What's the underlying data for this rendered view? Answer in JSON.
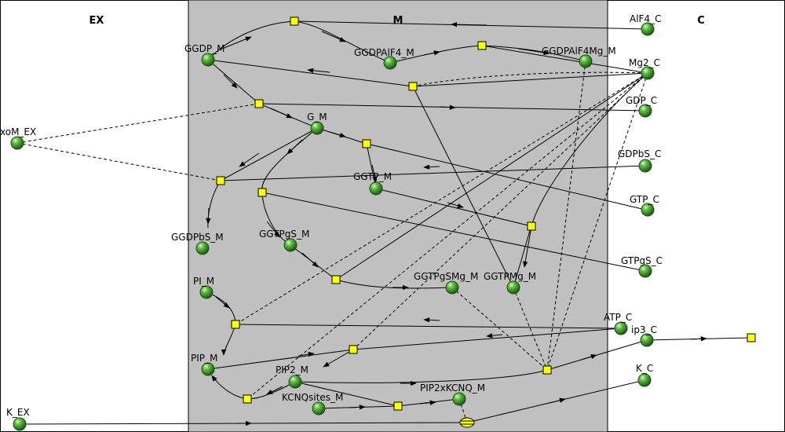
{
  "compartments": {
    "ex": "EX",
    "m": "M",
    "c": "C"
  },
  "species": {
    "AlF4_C": "AlF4_C",
    "Mg2_C": "Mg2_C",
    "GDP_C": "GDP_C",
    "GDPbS_C": "GDPbS_C",
    "GTP_C": "GTP_C",
    "GTPgS_C": "GTPgS_C",
    "ATP_C": "ATP_C",
    "ip3_C": "ip3_C",
    "K_C": "K_C",
    "GGDP_M": "GGDP_M",
    "GGDPAlF4_M": "GGDPAlF4_M",
    "GGDPAlF4Mg_M": "GGDPAlF4Mg_M",
    "G_M": "G_M",
    "GGTP_M": "GGTP_M",
    "GGDPbS_M": "GGDPbS_M",
    "GGTPgS_M": "GGTPgS_M",
    "GGTPgSMg_M": "GGTPgSMg_M",
    "GGTPMg_M": "GGTPMg_M",
    "PI_M": "PI_M",
    "PIP_M": "PIP_M",
    "PIP2_M": "PIP2_M",
    "KCNQsites_M": "KCNQsites_M",
    "PIP2xKCNQ_M": "PIP2xKCNQ_M",
    "oxoM_EX": "xoM_EX",
    "K_EX": "K_EX"
  },
  "colors": {
    "membrane_fill": "#c0c0c0",
    "species_fill": "#2e8b22",
    "reaction_fill": "#ffff00"
  }
}
